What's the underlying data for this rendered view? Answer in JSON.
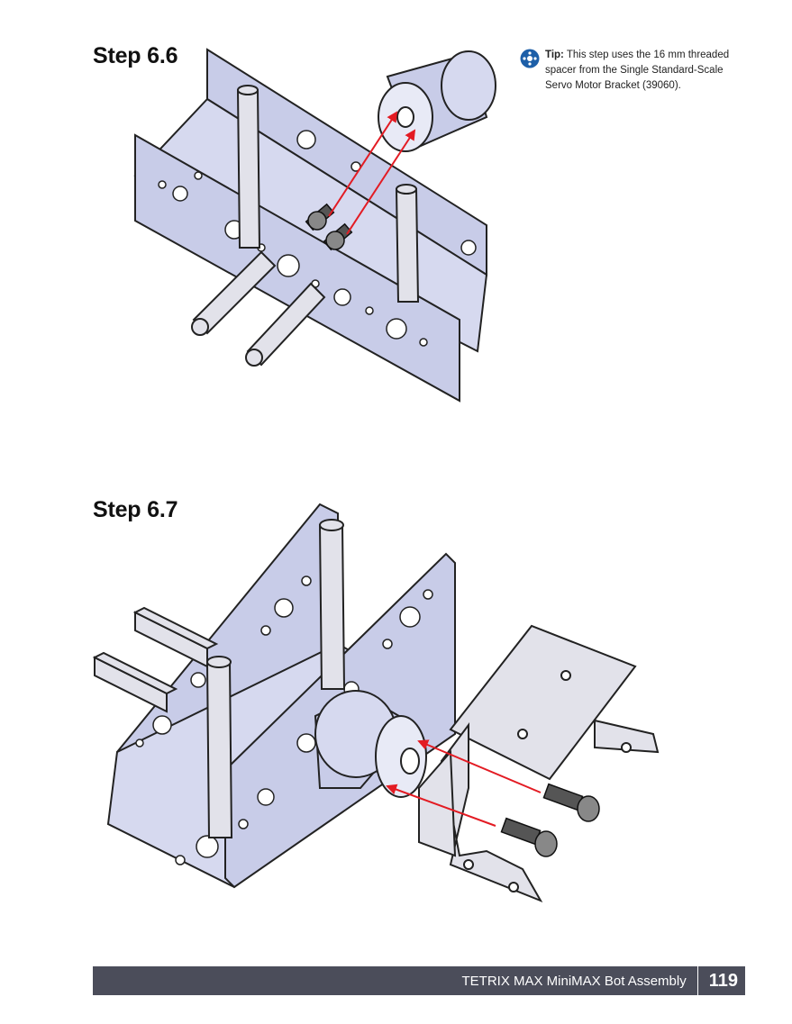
{
  "steps": [
    {
      "title": "Step 6.6"
    },
    {
      "title": "Step 6.7"
    }
  ],
  "tip": {
    "label": "Tip:",
    "text": " This step uses the 16 mm threaded spacer from the Single Standard-Scale Servo Motor Bracket (39060).",
    "icon": "tip-icon",
    "color": "#1d5fa8"
  },
  "footer": {
    "title": "TETRIX MAX MiniMAX Bot Assembly",
    "page": "119"
  },
  "colors": {
    "channel": "#c8cce8",
    "steel": "#e2e2ea",
    "arrow": "#e31b23",
    "footer_bg": "#4b4d5a"
  }
}
